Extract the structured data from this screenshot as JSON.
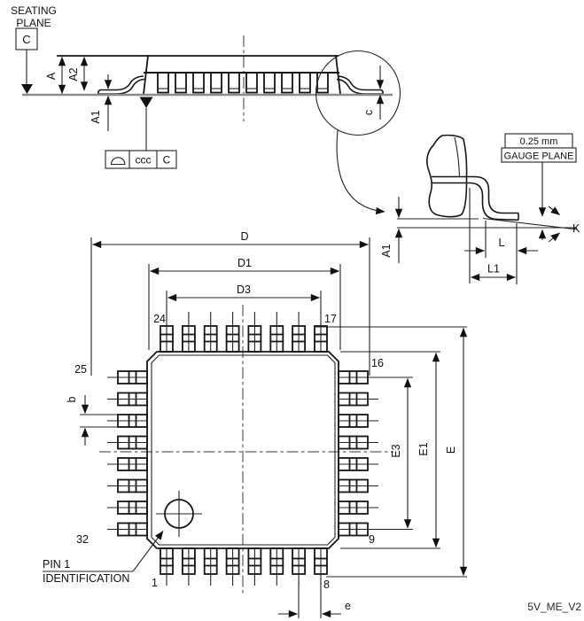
{
  "side_view": {
    "title_seating_line1": "SEATING",
    "title_seating_line2": "PLANE",
    "datum_box": "C",
    "dim_A": "A",
    "dim_A2": "A2",
    "dim_A1": "A1",
    "dim_c": "c",
    "tolerance_frame": {
      "value": "ccc",
      "datum_ref": "C"
    }
  },
  "detail_view": {
    "gauge_offset_value": "0.25 mm",
    "gauge_plane_label": "GAUGE PLANE",
    "dim_A1": "A1",
    "dim_L": "L",
    "dim_L1": "L1",
    "dim_K": "K"
  },
  "top_view": {
    "dim_D": "D",
    "dim_D1": "D1",
    "dim_D3": "D3",
    "dim_E": "E",
    "dim_E1": "E1",
    "dim_E3": "E3",
    "dim_b": "b",
    "dim_e": "e",
    "pin_numbers": {
      "p1": "1",
      "p8": "8",
      "p9": "9",
      "p16": "16",
      "p17": "17",
      "p24": "24",
      "p25": "25",
      "p32": "32"
    },
    "pin1_id_line1": "PIN 1",
    "pin1_id_line2": "IDENTIFICATION"
  },
  "footer": {
    "drawing_code": "5V_ME_V2"
  },
  "colors": {
    "line": "#161616",
    "seating_plane": "#8c8c8c",
    "background": "#ffffff"
  }
}
